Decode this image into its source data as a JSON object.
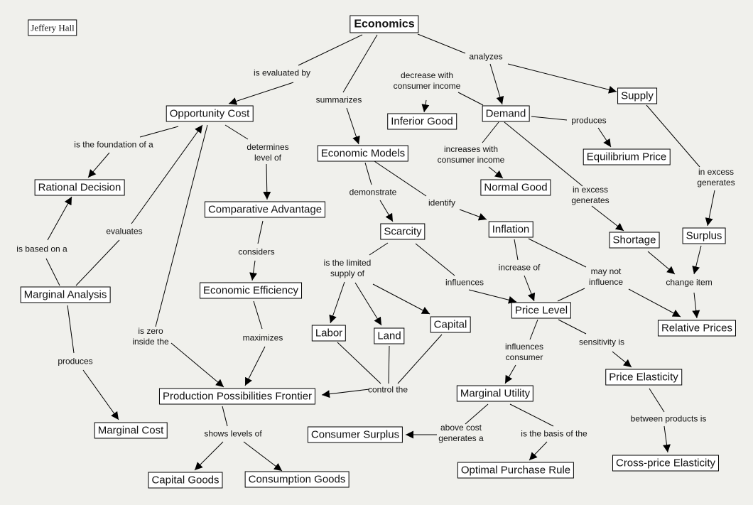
{
  "author": "Jeffery Hall",
  "nodes": {
    "economics": "Economics",
    "opportunity_cost": "Opportunity Cost",
    "rational_decision": "Rational Decision",
    "marginal_analysis": "Marginal Analysis",
    "marginal_cost": "Marginal Cost",
    "comparative_advantage": "Comparative Advantage",
    "economic_efficiency": "Economic Efficiency",
    "ppf": "Production Possibilities Frontier",
    "capital_goods": "Capital Goods",
    "consumption_goods": "Consumption Goods",
    "economic_models": "Economic Models",
    "inferior_good": "Inferior Good",
    "demand": "Demand",
    "supply": "Supply",
    "equilibrium_price": "Equilibrium Price",
    "normal_good": "Normal Good",
    "scarcity": "Scarcity",
    "inflation": "Inflation",
    "shortage": "Shortage",
    "surplus": "Surplus",
    "price_level": "Price Level",
    "relative_prices": "Relative Prices",
    "labor": "Labor",
    "land": "Land",
    "capital": "Capital",
    "price_elasticity": "Price Elasticity",
    "marginal_utility": "Marginal Utility",
    "consumer_surplus": "Consumer Surplus",
    "optimal_purchase_rule": "Optimal Purchase Rule",
    "cross_price_elasticity": "Cross-price Elasticity"
  },
  "link_labels": {
    "is_evaluated_by": "is evaluated by",
    "summarizes": "summarizes",
    "analyzes": "analyzes",
    "decrease_with": "decrease with\nconsumer income",
    "produces_eq": "produces",
    "increases_with": "increases with\nconsumer income",
    "in_excess_supply": "in excess\ngenerates",
    "in_excess_demand": "in excess\ngenerates",
    "foundation": "is the foundation of a",
    "determines": "determines\nlevel of",
    "demonstrate": "demonstrate",
    "identify": "identify",
    "evaluates": "evaluates",
    "based_on": "is based on a",
    "considers": "considers",
    "limited_supply": "is the limited\nsupply of",
    "increase_of": "increase of",
    "may_not": "may not\ninfluence",
    "influences": "influences",
    "change_item": "change item",
    "is_zero": "is zero\ninside the",
    "maximizes": "maximizes",
    "influences_consumer": "influences\nconsumer",
    "sensitivity": "sensitivity is",
    "produces_mc": "produces",
    "control_the": "control the",
    "between_products": "between products is",
    "shows_levels": "shows levels of",
    "above_cost": "above cost\ngenerates a",
    "basis_of": "is the basis of the"
  }
}
